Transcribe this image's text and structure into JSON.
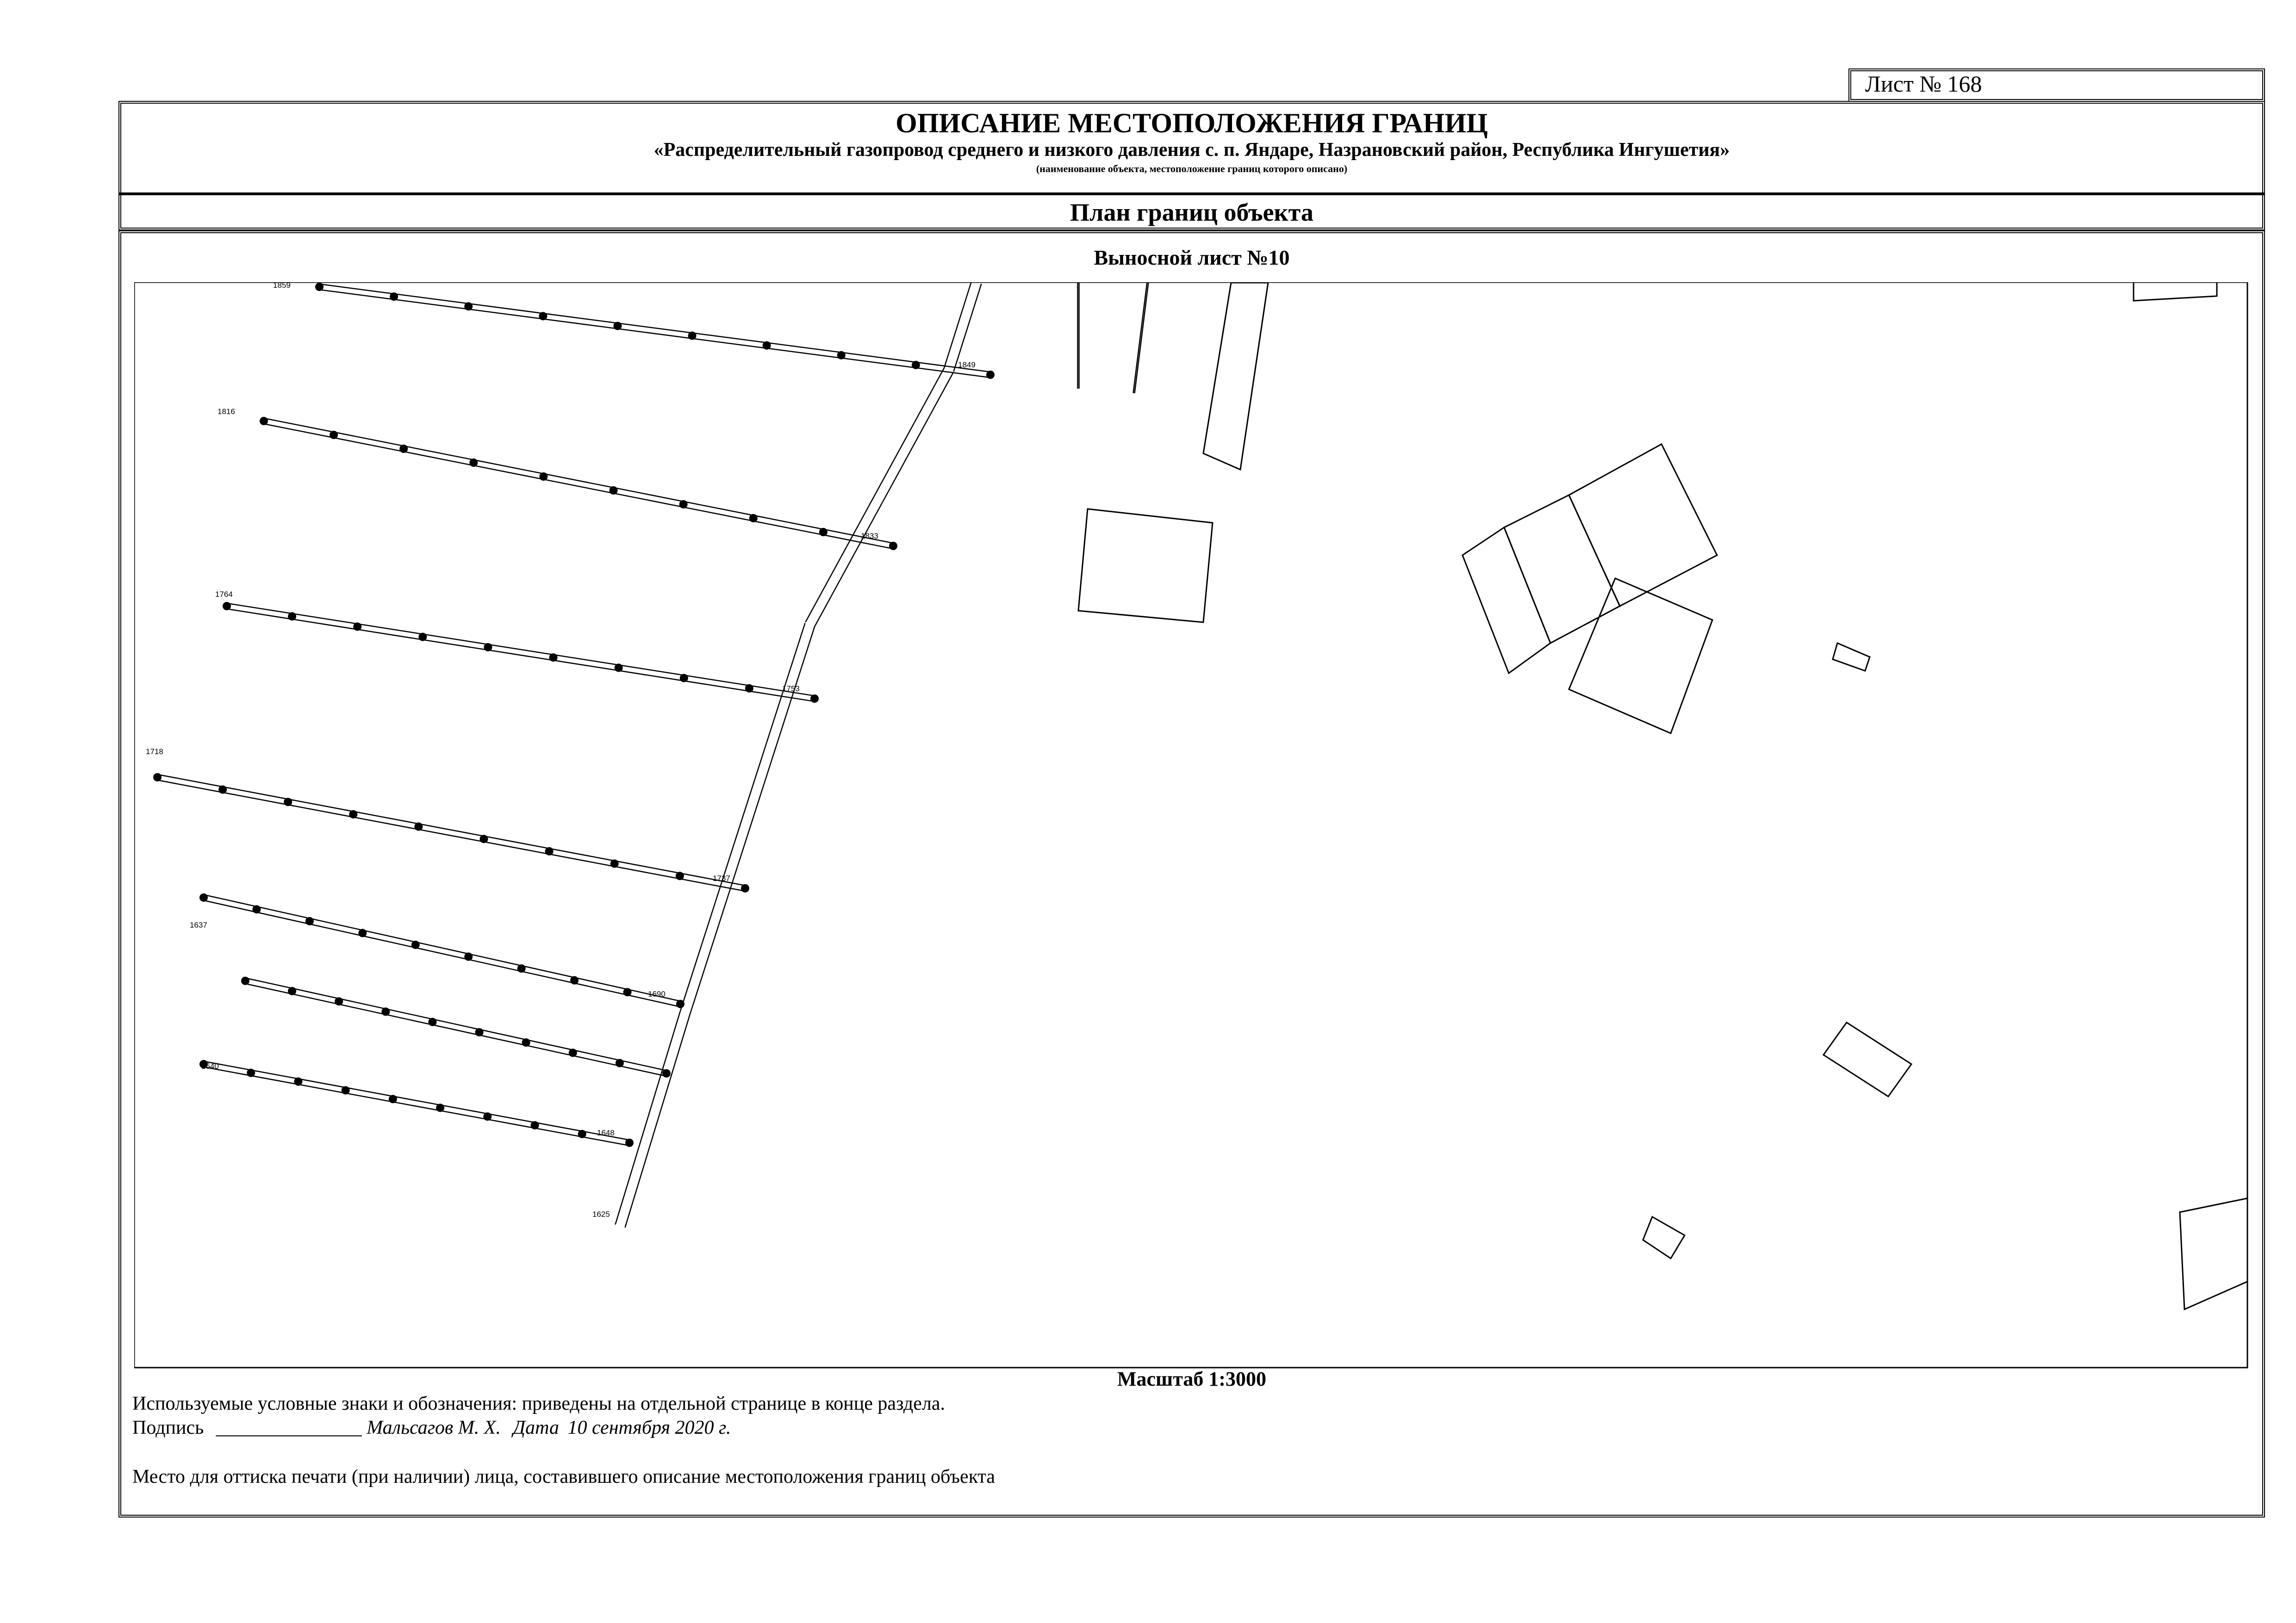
{
  "sheet": {
    "label": "Лист № 168"
  },
  "header": {
    "title": "ОПИСАНИЕ МЕСТОПОЛОЖЕНИЯ ГРАНИЦ",
    "subtitle": "«Распределительный газопровод среднего и низкого давления с. п. Яндаре, Назрановский район, Республика Ингушетия»",
    "caption": "(наименование объекта, местоположение границ которого описано)"
  },
  "plan": {
    "title": "План границ объекта",
    "subtitle": "Выносной лист №10",
    "scale": "Масштаб 1:3000"
  },
  "footer": {
    "legend": "Используемые условные знаки и обозначения: приведены на отдельной странице в конце раздела.",
    "signature_label": "Подпись",
    "signature_blank": "_______________",
    "signer": "Мальсагов М. Х.",
    "date_label": "Дата",
    "date": "10 сентября 2020 г.",
    "stamp_note": "Место для оттиска печати (при наличии) лица, составившего описание местоположения границ объекта"
  },
  "map_labels": {
    "branches": [
      {
        "start": "1764",
        "end": "1753"
      },
      {
        "start": "1718",
        "end": "1737"
      },
      {
        "start": "1637",
        "end": "1690"
      },
      {
        "start": "1640",
        "end": "1648"
      },
      {
        "start": "1816",
        "end": "1833"
      },
      {
        "start": "1859",
        "end": "1849"
      }
    ],
    "trunk_end": "1625"
  }
}
